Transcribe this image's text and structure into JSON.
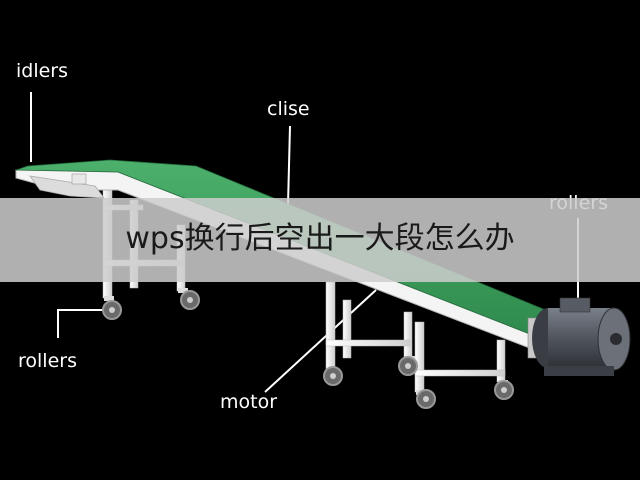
{
  "labels": {
    "idlers": "idlers",
    "clise": "clise",
    "rollers_right": "rollers",
    "rollers_left": "rollers",
    "motor": "motor"
  },
  "overlay": {
    "title": "wps换行后空出一大段怎么办"
  },
  "colors": {
    "background": "#000000",
    "belt": "#3a9a5c",
    "frame": "#f2f2f2",
    "motor": "#5a5f68",
    "banner": "#cdcdcd"
  }
}
